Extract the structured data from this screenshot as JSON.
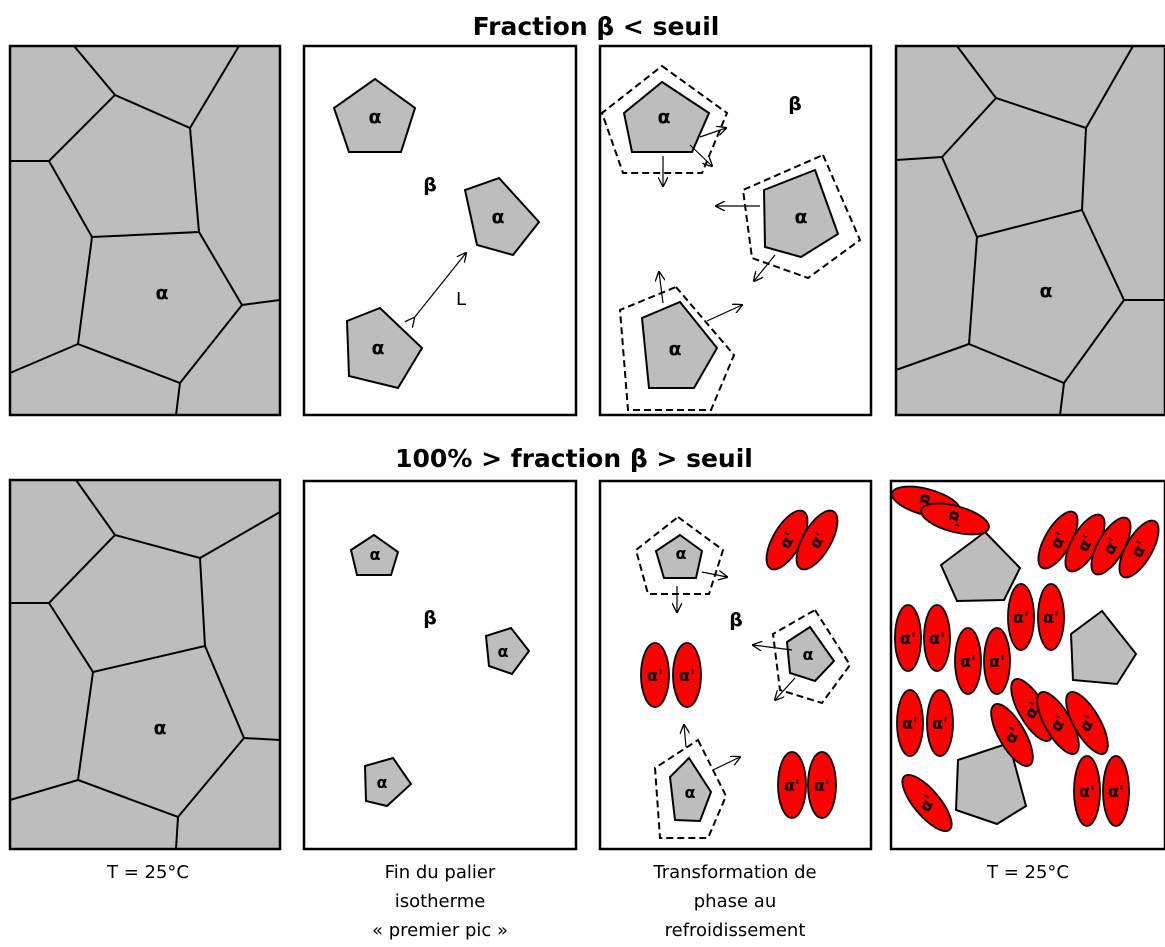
{
  "titles": {
    "top": "Fraction β < seuil",
    "bottom": "100% > fraction β > seuil"
  },
  "labels": {
    "alpha": "α",
    "beta": "β",
    "alpha_prime": "α'",
    "L": "L"
  },
  "captions": {
    "col1": [
      "T = 25°C"
    ],
    "col2": [
      "Fin du palier",
      "isotherme",
      "« premier pic »"
    ],
    "col3": [
      "Transformation de",
      "phase au",
      "refroidissement"
    ],
    "col4": [
      "T = 25°C"
    ]
  },
  "colors": {
    "grain": "#bdbdbd",
    "martensite": "#ff0000",
    "line": "#000000",
    "background": "#ffffff"
  }
}
